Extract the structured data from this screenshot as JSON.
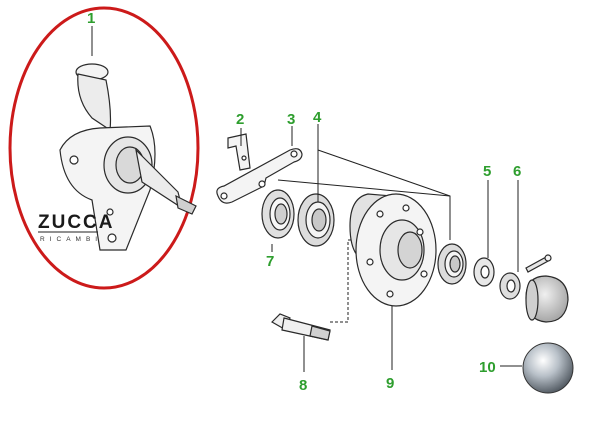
{
  "callouts": {
    "c1": "1",
    "c2": "2",
    "c3": "3",
    "c4": "4",
    "c5": "5",
    "c6": "6",
    "c7": "7",
    "c8": "8",
    "c9": "9",
    "c10": "10"
  },
  "logo": {
    "brand": "ZUCCA",
    "sub": "RICAMBI"
  },
  "colors": {
    "callout": "#2e9e2e",
    "highlight_ellipse": "#cc1a1a",
    "part_fill": "#f4f4f4",
    "part_shade": "#d9d9d9",
    "cap": "#9aa3ad"
  }
}
